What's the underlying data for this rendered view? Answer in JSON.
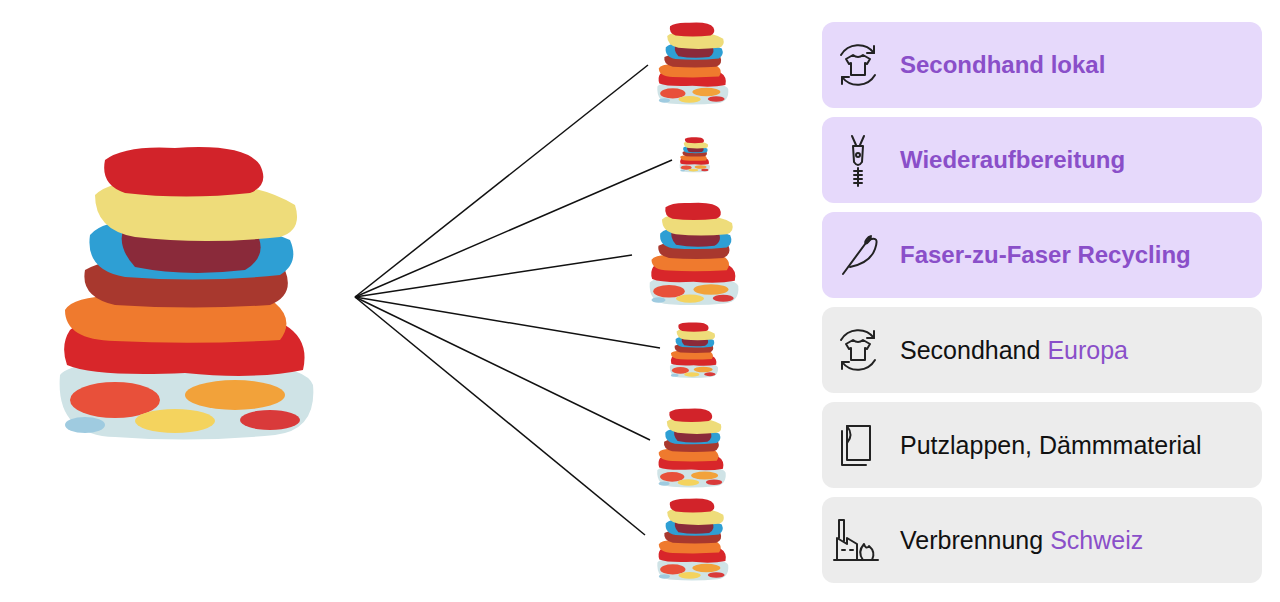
{
  "diagram": {
    "nodes": [
      {
        "text": [
          "Secondhand lokal"
        ]
      },
      {
        "text": [
          "Wiederaufbereitung"
        ]
      },
      {
        "text": [
          "Faser-zu-Faser Recycling"
        ]
      },
      {
        "text": [
          "Secondhand",
          "Europa"
        ]
      },
      {
        "text": [
          "Putzlappen, Dämmmaterial"
        ]
      },
      {
        "text": [
          "Verbrennung",
          "Schweiz"
        ]
      }
    ]
  }
}
